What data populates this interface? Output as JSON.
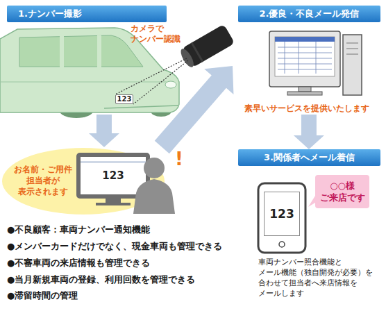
{
  "diagram": {
    "nodes": [
      {
        "text": [
          "1.ナンバー撮影"
        ]
      },
      {
        "text": [
          "123"
        ],
        "in": 0
      },
      {
        "text": [
          "2.優良・不良メール発信",
          "素早いサービスを提供いたします"
        ]
      },
      {
        "text": [
          "お名前・ご用件 担当者が 表示されます"
        ]
      },
      {
        "text": [
          "123"
        ],
        "in": 3
      },
      {
        "text": [
          "3.関係者へメール着信"
        ]
      },
      {
        "text": [
          "123"
        ],
        "in": 5
      },
      {
        "text": [
          "○○様 ご来店です"
        ],
        "in": 5
      }
    ],
    "edges": [
      {
        "from": 0,
        "to": 3,
        "arrow": "to"
      },
      {
        "from": 3,
        "to": 2,
        "arrow": "to"
      },
      {
        "from": 2,
        "to": 5,
        "arrow": "to"
      }
    ],
    "labels": [
      "カメラで ナンバー認識",
      "!",
      "●不良顧客：車両ナンバー通知機能",
      "●メンバーカードだけでなく、現金車両も管理できる",
      "●不審車両の来店情報も管理できる",
      "●当月新規車両の登録、利用回数を管理できる",
      "●滞留時間の管理",
      "車両ナンバー照合機能と メール機能（独自開発が必要）を 合わせて担当者へ来店情報を メールします"
    ]
  }
}
